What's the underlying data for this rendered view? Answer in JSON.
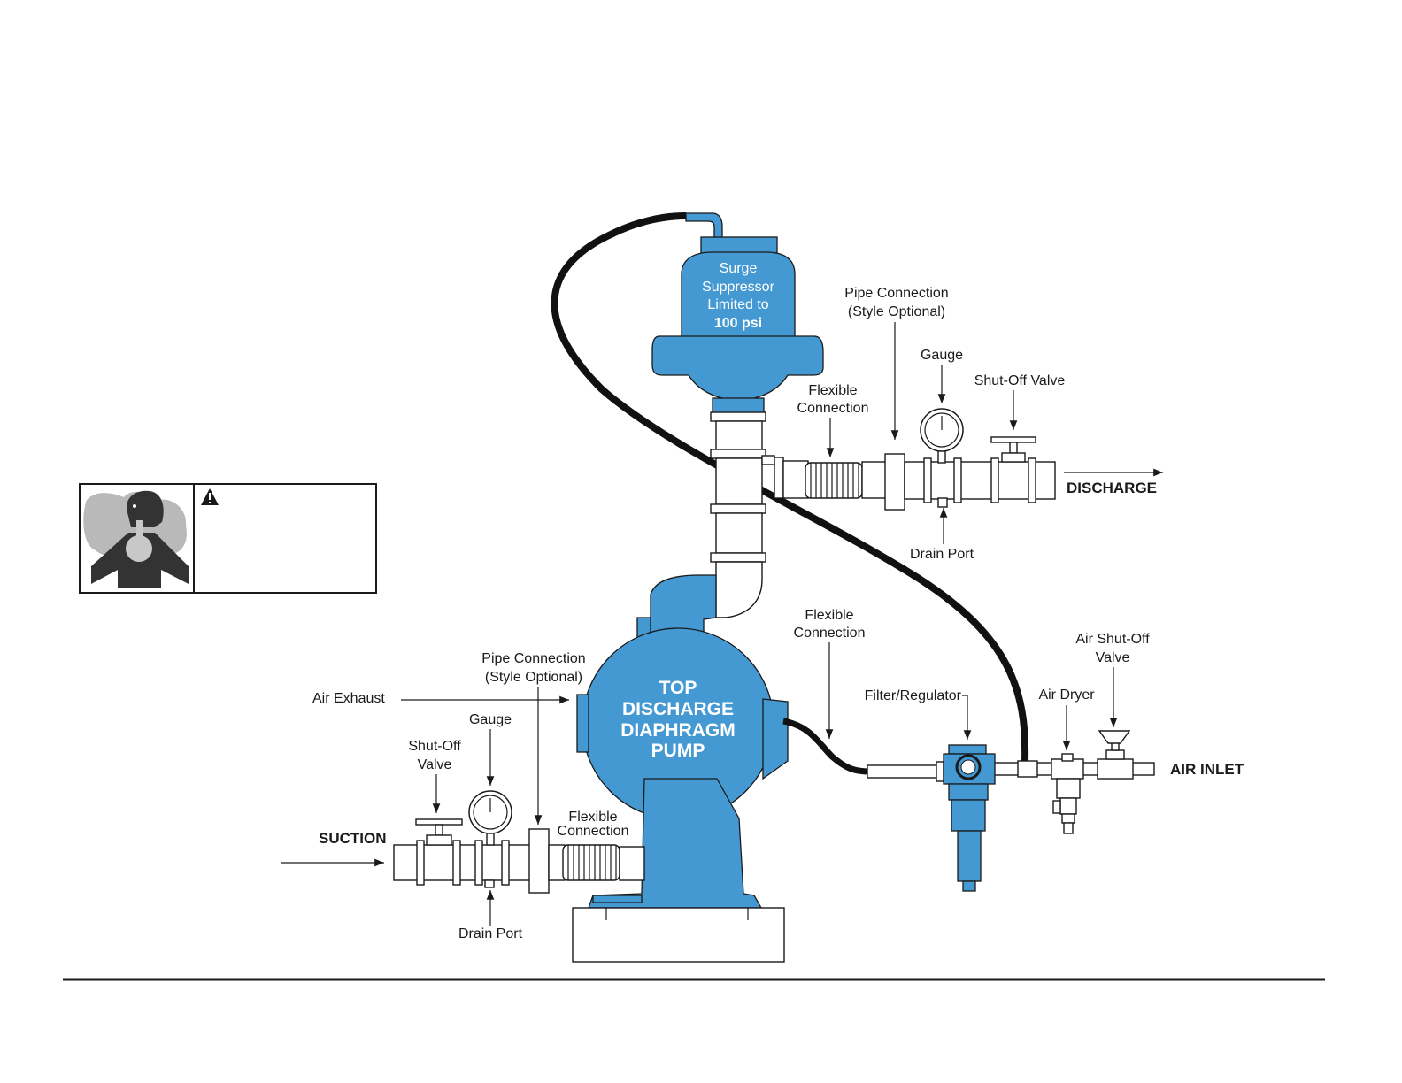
{
  "labels": {
    "surge_line1": "Surge",
    "surge_line2": "Suppressor",
    "surge_line3": "Limited to",
    "surge_line4": "100 psi",
    "pump_line1": "TOP",
    "pump_line2": "DISCHARGE",
    "pump_line3": "DIAPHRAGM",
    "pump_line4": "PUMP",
    "pipe_conn_top_1": "Pipe Connection",
    "pipe_conn_top_2": "(Style Optional)",
    "gauge_top": "Gauge",
    "shutoff_top": "Shut-Off Valve",
    "flex_top_1": "Flexible",
    "flex_top_2": "Connection",
    "discharge": "DISCHARGE",
    "drain_top": "Drain Port",
    "flex_mid_1": "Flexible",
    "flex_mid_2": "Connection",
    "air_shutoff_1": "Air Shut-Off",
    "air_shutoff_2": "Valve",
    "filter_reg": "Filter/Regulator",
    "air_dryer": "Air Dryer",
    "air_inlet": "AIR INLET",
    "pipe_conn_bot_1": "Pipe Connection",
    "pipe_conn_bot_2": "(Style Optional)",
    "air_exhaust": "Air Exhaust",
    "gauge_bot": "Gauge",
    "shutoff_bot_1": "Shut-Off",
    "shutoff_bot_2": "Valve",
    "suction": "SUCTION",
    "flex_bot_1": "Flexible",
    "flex_bot_2": "Connection",
    "drain_bot": "Drain Port"
  },
  "icons": {
    "warning": "warning-triangle-icon",
    "respiratory": "respiratory-hazard-icon"
  },
  "colors": {
    "component_blue": "#4499d2",
    "line": "#1a1a1a"
  }
}
